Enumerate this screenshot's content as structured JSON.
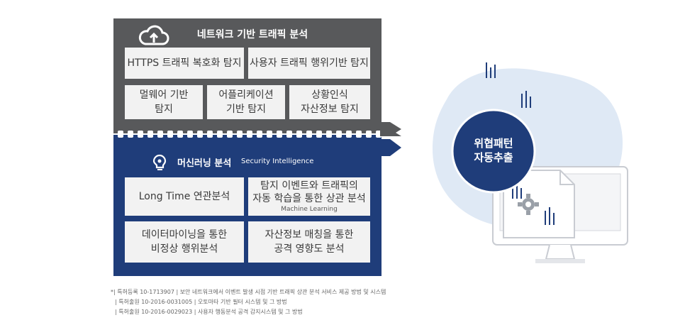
{
  "top": {
    "title": "네트워크 기반 트래픽 분석",
    "boxes": [
      {
        "lines": [
          "HTTPS 트래픽 복호화 탐지"
        ]
      },
      {
        "lines": [
          "사용자 트래픽 행위기반 탐지"
        ]
      },
      {
        "lines": [
          "멀웨어 기반",
          "탐지"
        ]
      },
      {
        "lines": [
          "어플리케이션",
          "기반 탐지"
        ]
      },
      {
        "lines": [
          "상황인식",
          "자산정보 탐지"
        ]
      }
    ]
  },
  "bottom": {
    "title": "머신러닝 분석",
    "subtitle": "Security Intelligence",
    "boxes": [
      {
        "lines": [
          "Long Time 연관분석"
        ]
      },
      {
        "lines": [
          "탐지 이벤트와 트래픽의",
          "자동 학습을 통한 상관 분석"
        ],
        "sub": "Machine Learning"
      },
      {
        "lines": [
          "데이터마이닝을 통한",
          "비정상 행위분석"
        ]
      },
      {
        "lines": [
          "자산정보 매칭을 통한",
          "공격 영향도 분석"
        ]
      }
    ]
  },
  "badge": {
    "line1": "위협패턴",
    "line2": "자동추출"
  },
  "footnotes": [
    "*| 특허등록 10-1713907 | 보안 네트워크에서 이벤트 발생 시점 기반 트래픽 상관 분석 서비스 제공 방법 및 시스템",
    "| 특허출원 10-2016-0031005 | 오토마타 기반 필터 시스템 및 그 방법",
    "| 특허출원 10-2016-0029023 | 사용자 행동분석 공격 감지시스템 및 그 방법"
  ],
  "colors": {
    "grey_panel": "#58595b",
    "blue_panel": "#1f3d7a",
    "box": "#f2f2f2",
    "badge": "#1f3d7a",
    "cloud": "#dfe9f5"
  },
  "icons": {
    "top": "cloud-upload-icon",
    "bottom": "lightbulb-head-icon",
    "illustration": "monitor-gear-icon"
  }
}
